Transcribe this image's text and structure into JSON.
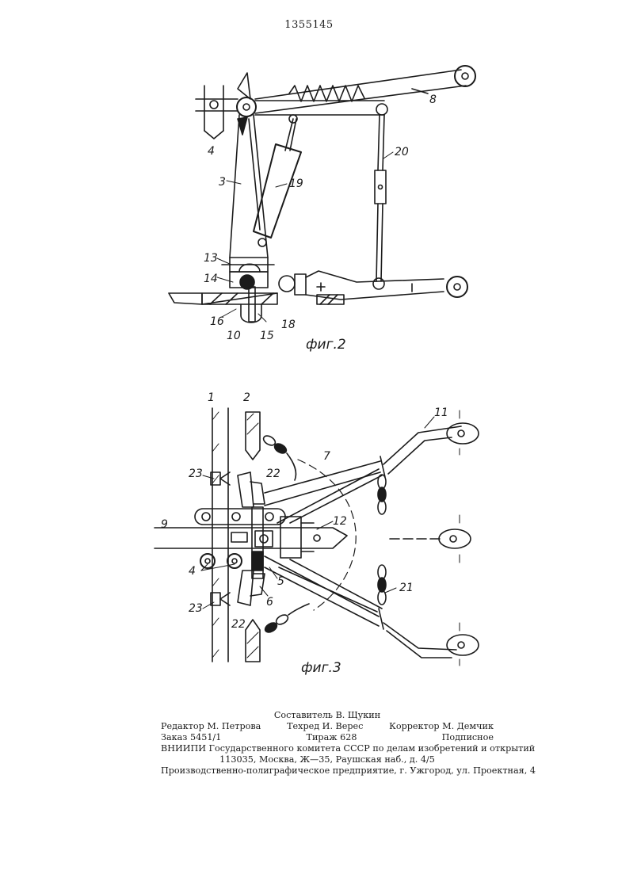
{
  "patent_number": "1355145",
  "figures": {
    "fig2": {
      "caption": "фиг.2",
      "labels": [
        "4",
        "3",
        "19",
        "20",
        "8",
        "13",
        "14",
        "16",
        "10",
        "15",
        "18"
      ]
    },
    "fig3": {
      "caption": "фиг.3",
      "labels": [
        "1",
        "2",
        "11",
        "7",
        "23",
        "22",
        "9",
        "12",
        "4",
        "5",
        "6",
        "21",
        "23",
        "22"
      ]
    }
  },
  "colophon": {
    "compiler": "Составитель В. Щукин",
    "editor": "Редактор М. Петрова",
    "techred": "Техред И. Верес",
    "corrector": "Корректор М. Демчик",
    "order": "Заказ 5451/1",
    "circulation": "Тираж 628",
    "subscription": "Подписное",
    "org": "ВНИИПИ Государственного комитета СССР по делам изобретений и открытий",
    "address": "113035, Москва, Ж—35, Раушская наб., д. 4/5",
    "printer": "Производственно-полиграфическое предприятие, г. Ужгород, ул. Проектная, 4"
  }
}
